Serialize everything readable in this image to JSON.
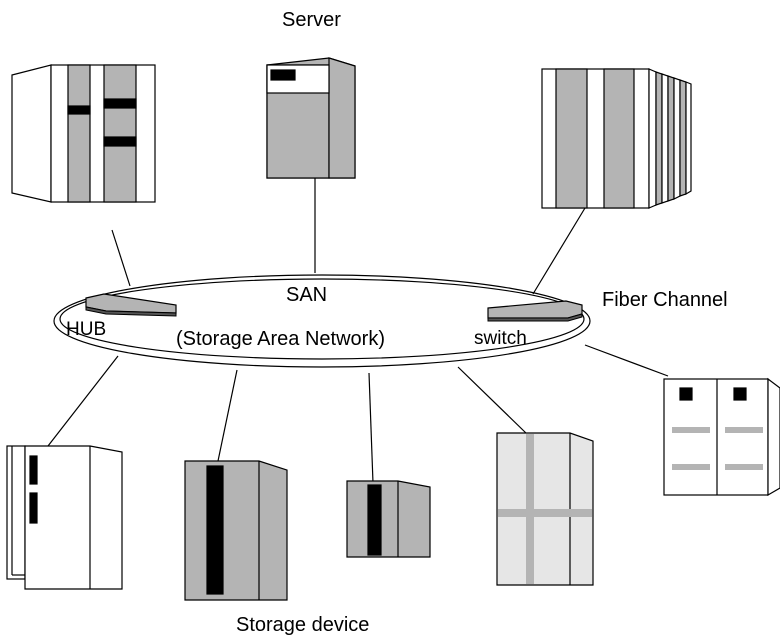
{
  "labels": {
    "server": "Server",
    "san": "SAN",
    "san_full": "(Storage Area Network)",
    "hub": "HUB",
    "switch": "switch",
    "fiber_channel": "Fiber Channel",
    "storage_device": "Storage device"
  },
  "colors": {
    "gray": "#b4b4b4",
    "light_gray": "#e6e6e6",
    "black": "#000000",
    "white": "#ffffff"
  }
}
